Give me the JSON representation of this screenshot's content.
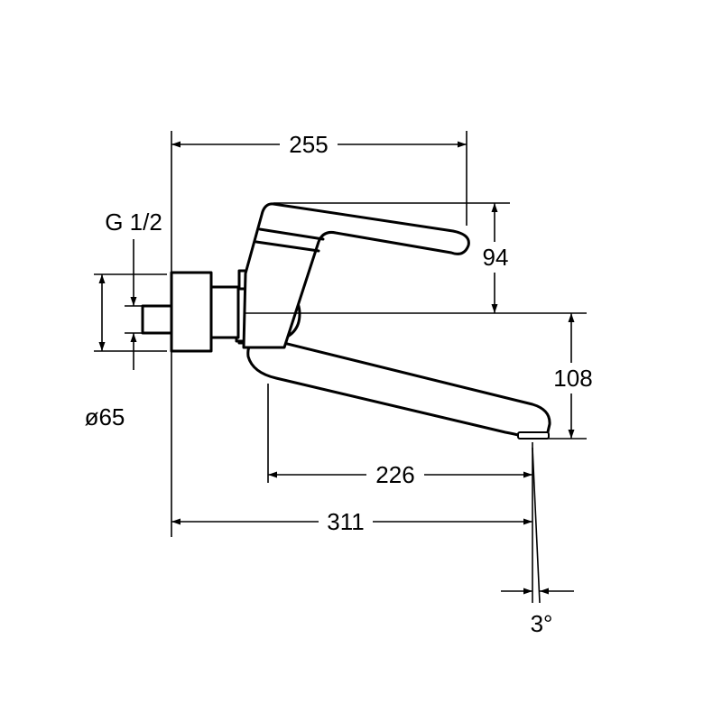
{
  "drawing": {
    "dimensions": {
      "overall_depth": "255",
      "handle_height": "94",
      "thread": "G 1/2",
      "spout_height": "108",
      "rosette_diameter": "ø65",
      "spout_reach": "226",
      "total_reach": "311",
      "spout_angle": "3°"
    },
    "colors": {
      "line": "#000000",
      "background": "#ffffff"
    }
  }
}
